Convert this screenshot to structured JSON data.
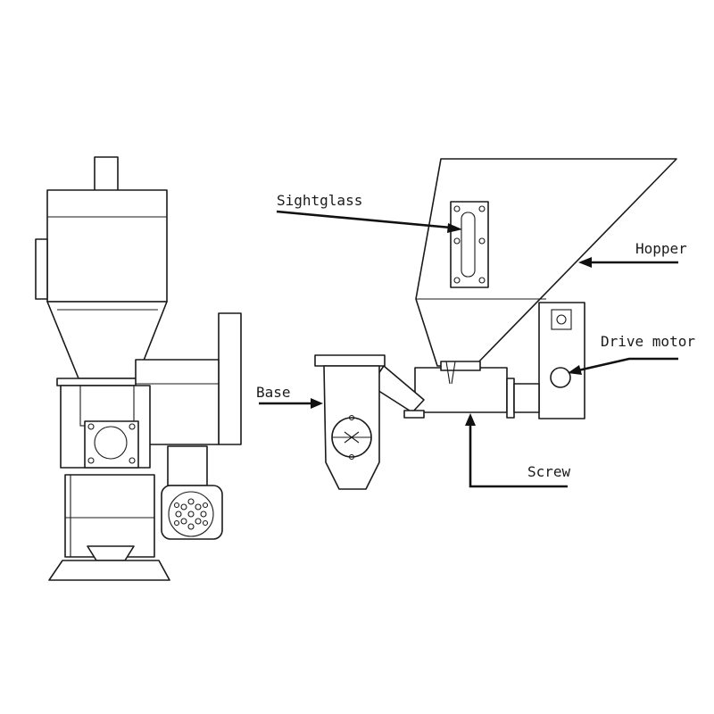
{
  "labels": {
    "sightglass": "Sightglass",
    "hopper": "Hopper",
    "drive_motor": "Drive motor",
    "base": "Base",
    "screw": "Screw"
  },
  "colors": {
    "line": "#1a1a1a",
    "background": "#ffffff"
  }
}
